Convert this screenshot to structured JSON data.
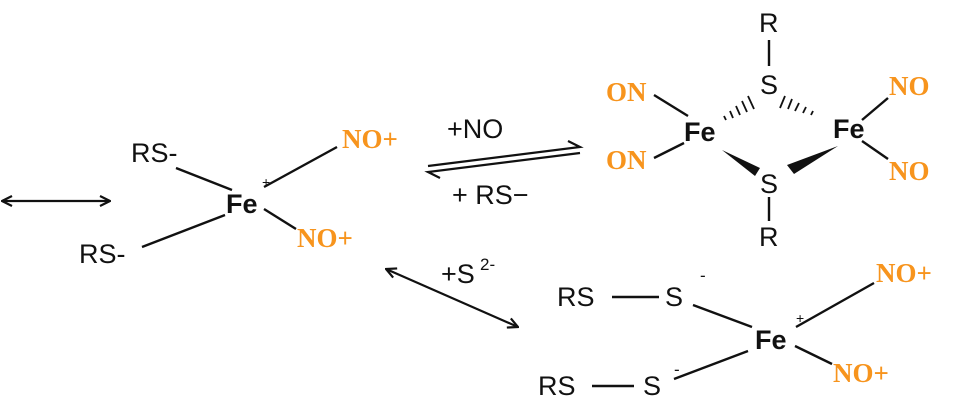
{
  "colors": {
    "ink": "#111111",
    "nitrosyl": "#f7941d",
    "background": "#ffffff"
  },
  "left_complex": {
    "metal": "Fe",
    "metal_charge": "+",
    "ligand_thiolate": "RS-",
    "ligand_nitrosyl": "NO+"
  },
  "dimer": {
    "metal": "Fe",
    "bridge_atom": "S",
    "bridge_substituent": "R",
    "terminal_nitrosyl": "NO",
    "terminal_nitrosyl_left": "ON"
  },
  "persulfide_complex": {
    "metal": "Fe",
    "metal_charge": "+",
    "chain_rs": "RS",
    "chain_s": "S",
    "s_charge": "-",
    "ligand_nitrosyl": "NO+"
  },
  "reactions": {
    "equilibrium_forward": "+NO",
    "equilibrium_reverse": "+ RS−",
    "sulfide_label": "+S",
    "sulfide_charge": "2-"
  }
}
